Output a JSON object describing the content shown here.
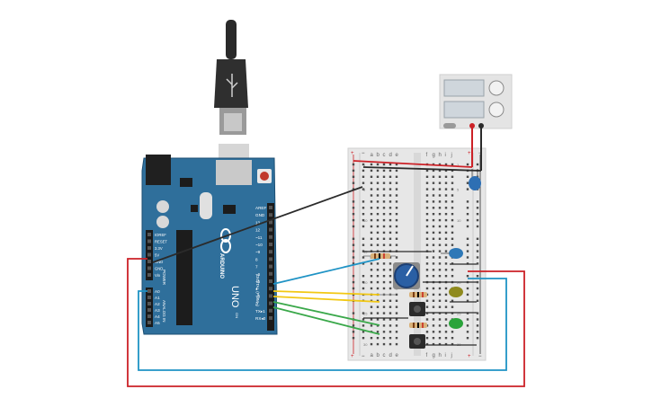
{
  "arduino": {
    "brand": "ARDUINO",
    "model": "UNO",
    "label_digital": "DIGITAL (PWM~)",
    "label_power": "POWER",
    "label_analog": "ANALOG IN",
    "label_on": "ON",
    "digital_pins": [
      "AREF",
      "GND",
      "13",
      "12",
      "~11",
      "~10",
      "~9",
      "8",
      "7",
      "~6",
      "~5",
      "4",
      "~3",
      "2",
      "TX▸1",
      "RX◂0"
    ],
    "power_pins": [
      "IOREF",
      "RESET",
      "3.3V",
      "5V",
      "GND",
      "GND",
      "Vin"
    ],
    "analog_pins": [
      "A0",
      "A1",
      "A2",
      "A3",
      "A4",
      "A5"
    ]
  },
  "breadboard": {
    "col_letters_left": [
      "a",
      "b",
      "c",
      "d",
      "e"
    ],
    "col_letters_right": [
      "f",
      "g",
      "h",
      "i",
      "j"
    ],
    "row_numbers": [
      "1",
      "",
      "",
      "",
      "5",
      "",
      "",
      "",
      "",
      "10",
      "",
      "",
      "",
      "",
      "15",
      "",
      "",
      "",
      "",
      "20",
      "",
      "",
      "",
      "",
      "25",
      "",
      "",
      "",
      "",
      "30"
    ],
    "plus": "+",
    "minus": "−"
  },
  "power_supply": {
    "display_top": "",
    "display_bottom": ""
  },
  "colors": {
    "board": "#2f6f9b",
    "board_dark": "#1d4f73",
    "wire_red": "#cc2127",
    "wire_black": "#2b2b2b",
    "wire_blue": "#1f93c5",
    "wire_yellow": "#f2c813",
    "wire_green": "#3aa84a",
    "led_blue": "#2e78b7",
    "led_yellow": "#8f8a1e",
    "led_green": "#2aa33a"
  }
}
